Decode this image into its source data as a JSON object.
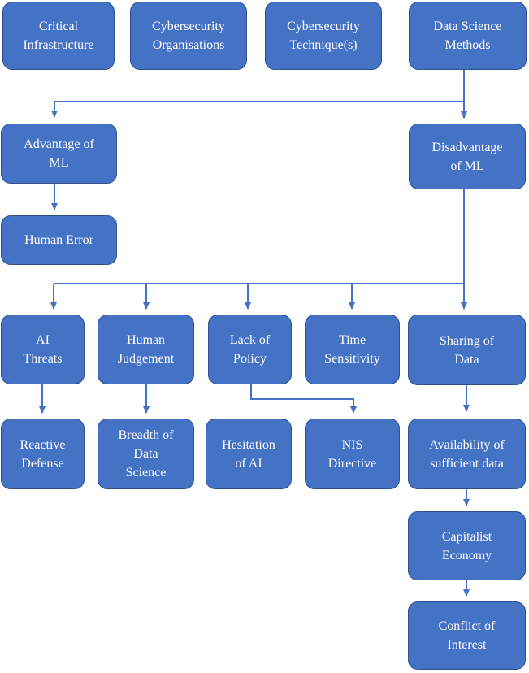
{
  "colors": {
    "box_fill": "#4472C4",
    "box_border": "#2F528F",
    "connector": "#4472C4",
    "text": "#ffffff"
  },
  "nodes": {
    "critical_infrastructure": "Critical\nInfrastructure",
    "cybersecurity_organisations": "Cybersecurity\nOrganisations",
    "cybersecurity_techniques": "Cybersecurity\nTechnique(s)",
    "data_science_methods": "Data Science\nMethods",
    "advantage_of_ml": "Advantage of\nML",
    "disadvantage_of_ml": "Disadvantage\nof ML",
    "human_error": "Human Error",
    "ai_threats": "AI\nThreats",
    "human_judgement": "Human\nJudgement",
    "lack_of_policy": "Lack of\nPolicy",
    "time_sensitivity": "Time\nSensitivity",
    "sharing_of_data": "Sharing of\nData",
    "reactive_defense": "Reactive\nDefense",
    "breadth_of_data_science": "Breadth of\nData\nScience",
    "hesitation_of_ai": "Hesitation\nof AI",
    "nis_directive": "NIS\nDirective",
    "availability_of_sufficient_data": "Availability of\nsufficient data",
    "capitalist_economy": "Capitalist\nEconomy",
    "conflict_of_interest": "Conflict of\nInterest"
  }
}
